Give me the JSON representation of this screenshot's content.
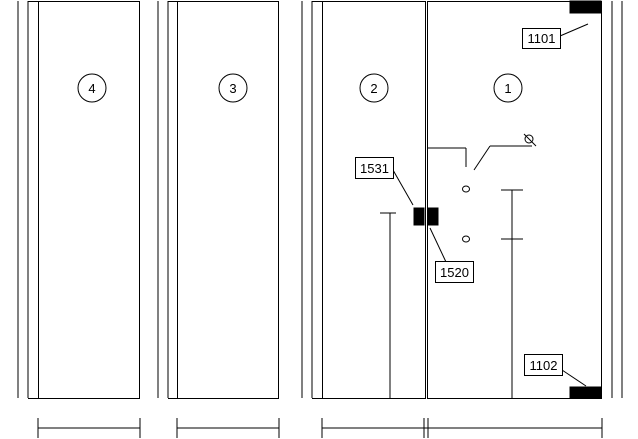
{
  "panels": [
    {
      "number": "4"
    },
    {
      "number": "3"
    },
    {
      "number": "2"
    },
    {
      "number": "1"
    }
  ],
  "callouts": [
    {
      "label": "1101"
    },
    {
      "label": "1531"
    },
    {
      "label": "1520"
    },
    {
      "label": "1102"
    }
  ]
}
